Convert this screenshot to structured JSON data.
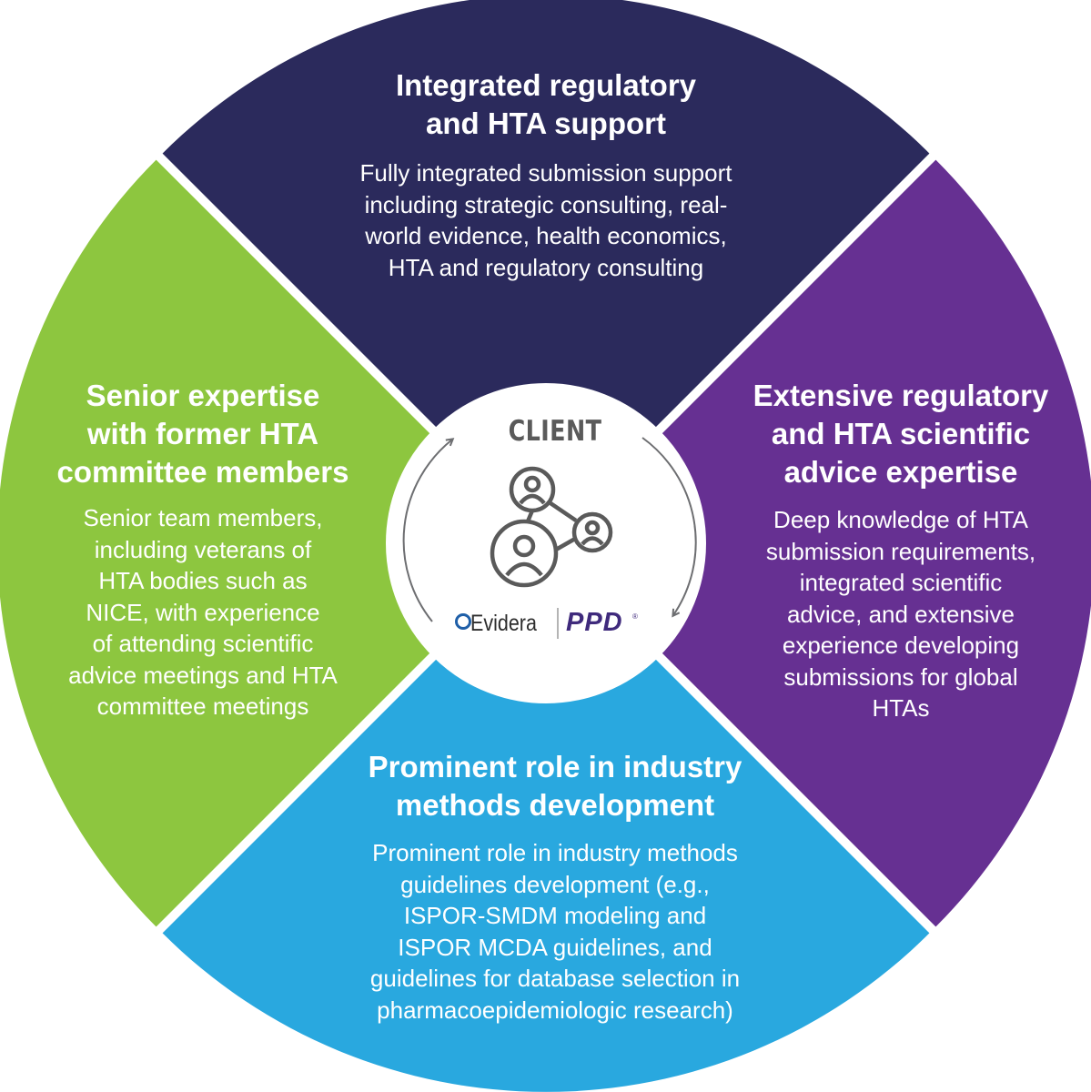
{
  "segments": {
    "top": {
      "title_lines": [
        "Integrated regulatory",
        "and HTA support"
      ],
      "desc_lines": [
        "Fully integrated submission support",
        "including strategic consulting, real-",
        "world evidence, health economics,",
        "HTA and regulatory consulting"
      ],
      "color": "#2b2a5c"
    },
    "right": {
      "title_lines": [
        "Extensive regulatory",
        "and HTA scientific",
        "advice expertise"
      ],
      "desc_lines": [
        "Deep knowledge of HTA",
        "submission requirements,",
        "integrated scientific",
        "advice, and extensive",
        "experience developing",
        "submissions for global",
        "HTAs"
      ],
      "color": "#663092"
    },
    "bottom": {
      "title_lines": [
        "Prominent role in industry",
        "methods development"
      ],
      "desc_lines": [
        "Prominent role in industry methods",
        "guidelines development (e.g.,",
        "ISPOR-SMDM modeling and",
        "ISPOR MCDA guidelines, and",
        "guidelines for database selection in",
        "pharmacoepidemiologic research)"
      ],
      "color": "#29a8df"
    },
    "left": {
      "title_lines": [
        "Senior expertise",
        "with former HTA",
        "committee members"
      ],
      "desc_lines": [
        "Senior team members,",
        "including veterans of",
        "HTA bodies such as",
        "NICE, with experience",
        "of attending scientific",
        "advice meetings and HTA",
        "committee meetings"
      ],
      "color": "#8dc63f"
    }
  },
  "center": {
    "label": "CLIENT",
    "icon": "connected-people-icon",
    "arrow_color": "#6d6e71",
    "logos": {
      "evidera": "Evidera",
      "ppd": "PPD",
      "ppd_mark": "®",
      "evidera_color": "#1f5fa8",
      "ppd_color": "#3f2a7c"
    }
  }
}
